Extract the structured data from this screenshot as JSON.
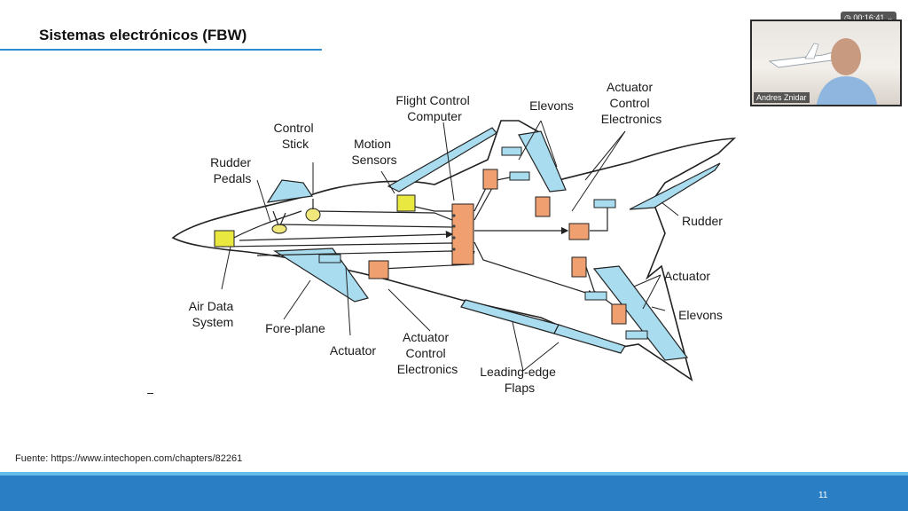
{
  "slide": {
    "title": "Sistemas electrónicos (FBW)",
    "source": "Fuente: https://www.intechopen.com/chapters/82261",
    "page_number": "11"
  },
  "video": {
    "participant_name": "Andres Znidar",
    "timer": "00:16:41"
  },
  "diagram": {
    "labels": {
      "flight_control_computer": [
        "Flight Control",
        "Computer"
      ],
      "elevons_top": "Elevons",
      "actuator_control_electronics_top": [
        "Actuator",
        "Control",
        "Electronics"
      ],
      "control_stick": [
        "Control",
        "Stick"
      ],
      "motion_sensors": [
        "Motion",
        "Sensors"
      ],
      "rudder_pedals": [
        "Rudder",
        "Pedals"
      ],
      "rudder": "Rudder",
      "actuator_right": "Actuator",
      "elevons_bottom": "Elevons",
      "air_data_system": [
        "Air Data",
        "System"
      ],
      "fore_plane": "Fore-plane",
      "actuator_bottom": "Actuator",
      "actuator_control_electronics_bottom": [
        "Actuator",
        "Control",
        "Electronics"
      ],
      "leading_edge_flaps": [
        "Leading-edge",
        "Flaps"
      ]
    },
    "colors": {
      "actuator_electronics": "#f0a070",
      "sensor": "#e8e840",
      "surface": "#a8dcee",
      "stick": "#f0e87a"
    }
  }
}
